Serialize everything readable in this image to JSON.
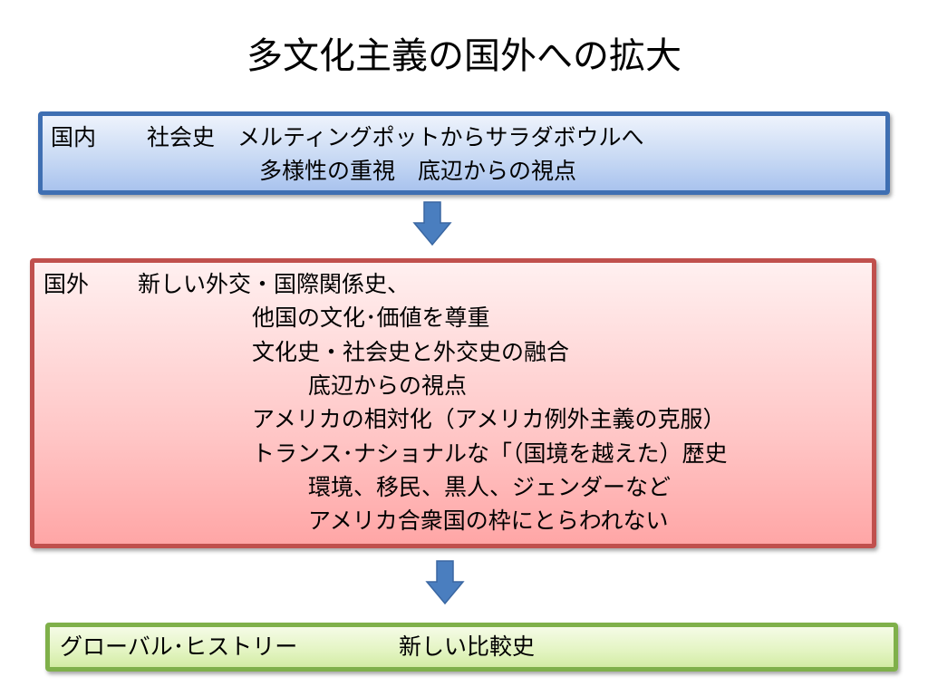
{
  "title": "多文化主義の国外への拡大",
  "domestic": {
    "label": "国内",
    "line1": "社会史　メルティングポットからサラダボウルへ",
    "line2": "多様性の重視　底辺からの視点"
  },
  "foreign": {
    "label": "国外",
    "lines": [
      "新しい外交・国際関係史、",
      "他国の文化･価値を尊重",
      "文化史・社会史と外交史の融合",
      "底辺からの視点",
      "アメリカの相対化（アメリカ例外主義の克服）",
      "トランス･ナショナルな「（国境を越えた）歴史",
      "環境、移民、黒人、ジェンダーなど",
      "アメリカ合衆国の枠にとらわれない"
    ]
  },
  "global": {
    "label": "グローバル･ヒストリー",
    "text": "新しい比較史"
  },
  "colors": {
    "domestic_border": "#3f6fb2",
    "domestic_fill": "#c9daf4",
    "foreign_border": "#c0504d",
    "foreign_fill": "#ffc7c7",
    "global_border": "#7fb04a",
    "global_fill": "#e3f4c2",
    "arrow_fill": "#4a7ebf"
  }
}
